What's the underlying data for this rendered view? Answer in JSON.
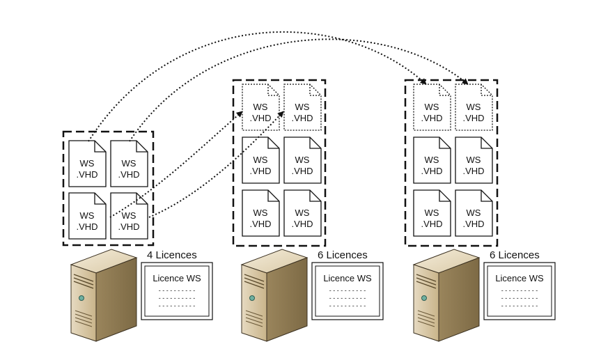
{
  "file_label_line1": "WS",
  "file_label_line2": ".VHD",
  "servers": [
    {
      "licence_count": "4 Licences",
      "licence_title": "Licence WS",
      "licence_dashes": [
        "- - - - - - - - - -",
        "- - - - - - - - - -",
        "- - - - - - - - - -"
      ]
    },
    {
      "licence_count": "6 Licences",
      "licence_title": "Licence WS",
      "licence_dashes": [
        "- - - - - - - - - -",
        "- - - - - - - - - -",
        "- - - - - - - - - -"
      ]
    },
    {
      "licence_count": "6 Licences",
      "licence_title": "Licence WS",
      "licence_dashes": [
        "- - - - - - - - - -",
        "- - - - - - - - - -",
        "- - - - - - - - - -"
      ]
    }
  ]
}
